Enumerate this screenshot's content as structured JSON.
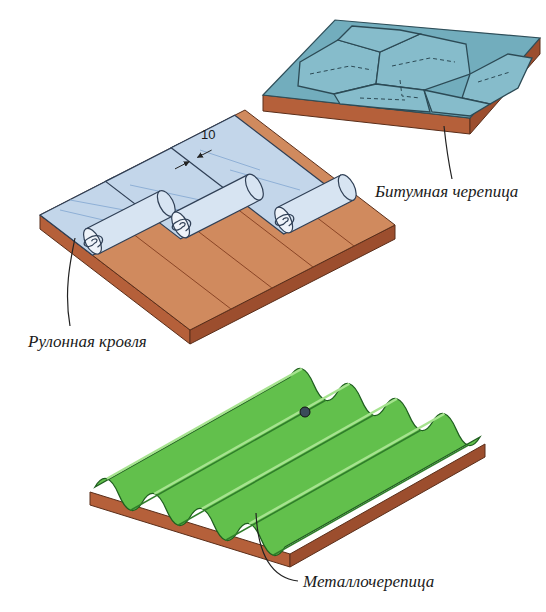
{
  "diagram": {
    "labels": [
      "Битумная черепица",
      "10",
      "Рулонная кровля",
      "Металлочерепица"
    ]
  }
}
